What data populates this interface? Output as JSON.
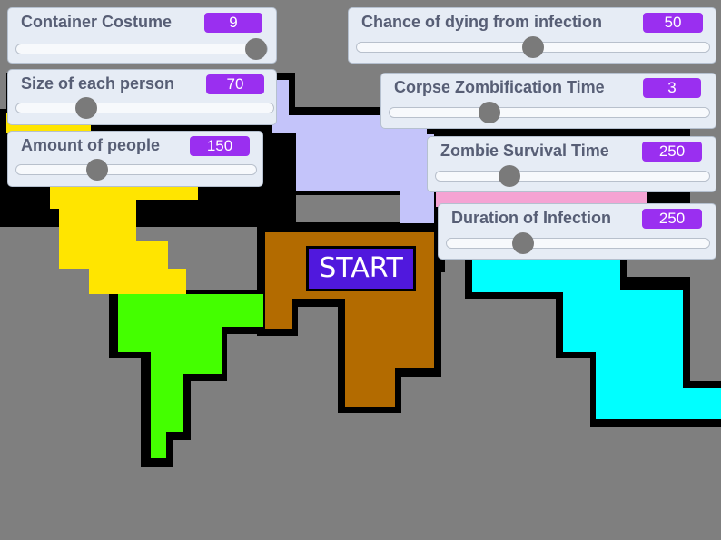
{
  "start_label": "START",
  "colors": {
    "background": "#7f7f7f",
    "yellow": "#ffe500",
    "green": "#44ff00",
    "lavender": "#c4c4fa",
    "brown": "#b36b00",
    "pink": "#f5a3d3",
    "cyan": "#00ffff",
    "value_badge": "#9a2ff0",
    "start_button": "#5018dd"
  },
  "sliders": [
    {
      "label": "Container Costume",
      "value": "9",
      "fraction": 1.0
    },
    {
      "label": "Size of each person",
      "value": "70",
      "fraction": 0.25
    },
    {
      "label": "Amount of people",
      "value": "150",
      "fraction": 0.32
    },
    {
      "label": "Chance of dying from infection",
      "value": "50",
      "fraction": 0.5
    },
    {
      "label": "Corpse Zombification Time",
      "value": "3",
      "fraction": 0.3
    },
    {
      "label": "Zombie Survival Time",
      "value": "250",
      "fraction": 0.25
    },
    {
      "label": "Duration of Infection",
      "value": "250",
      "fraction": 0.27
    }
  ]
}
